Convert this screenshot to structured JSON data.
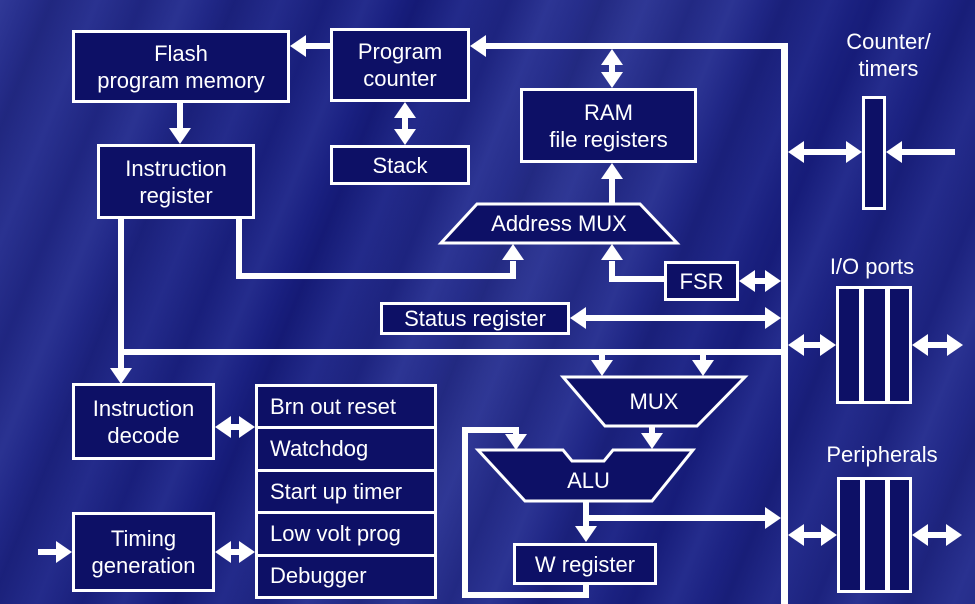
{
  "colors": {
    "background": "#171d7e",
    "box_fill": "#0d1066",
    "stroke": "#ffffff",
    "text": "#ffffff"
  },
  "blocks": {
    "flash": {
      "line1": "Flash",
      "line2": "program memory"
    },
    "program_counter": {
      "line1": "Program",
      "line2": "counter"
    },
    "stack": {
      "label": "Stack"
    },
    "ram": {
      "line1": "RAM",
      "line2": "file registers"
    },
    "instruction_register": {
      "line1": "Instruction",
      "line2": "register"
    },
    "address_mux": {
      "label": "Address MUX"
    },
    "fsr": {
      "label": "FSR"
    },
    "status_register": {
      "label": "Status register"
    },
    "instruction_decode": {
      "line1": "Instruction",
      "line2": "decode"
    },
    "support_modules": {
      "items": [
        "Brn out reset",
        "Watchdog",
        "Start up timer",
        "Low volt prog",
        "Debugger"
      ]
    },
    "timing_generation": {
      "line1": "Timing",
      "line2": "generation"
    },
    "mux": {
      "label": "MUX"
    },
    "alu": {
      "label": "ALU"
    },
    "w_register": {
      "label": "W register"
    },
    "counter_timers": {
      "line1": "Counter/",
      "line2": "timers"
    },
    "io_ports": {
      "label": "I/O ports"
    },
    "peripherals": {
      "label": "Peripherals"
    }
  }
}
